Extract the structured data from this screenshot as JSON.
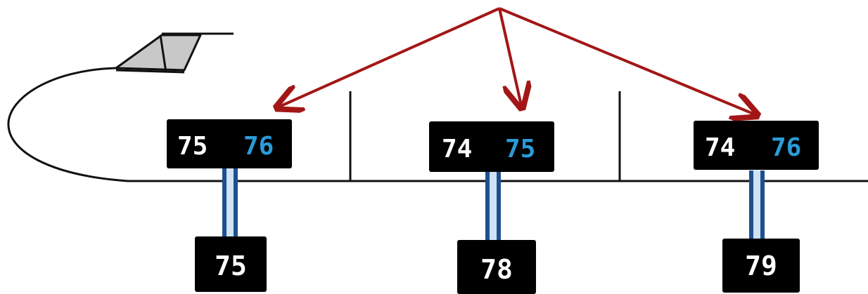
{
  "colors": {
    "line": "#111111",
    "arrow": "#a31616",
    "box_fill": "#000000",
    "white_text": "#ffffff",
    "blue_text": "#2a9bd8",
    "canopy_fill": "#c8c8c8",
    "strut_outer": "#1f4f8f",
    "strut_inner": "#cfe3f5"
  },
  "top_boxes": [
    {
      "white": "75",
      "blue": "76"
    },
    {
      "white": "74",
      "blue": "75"
    },
    {
      "white": "74",
      "blue": "76"
    }
  ],
  "bottom_boxes": [
    {
      "value": "75"
    },
    {
      "value": "78"
    },
    {
      "value": "79"
    }
  ]
}
